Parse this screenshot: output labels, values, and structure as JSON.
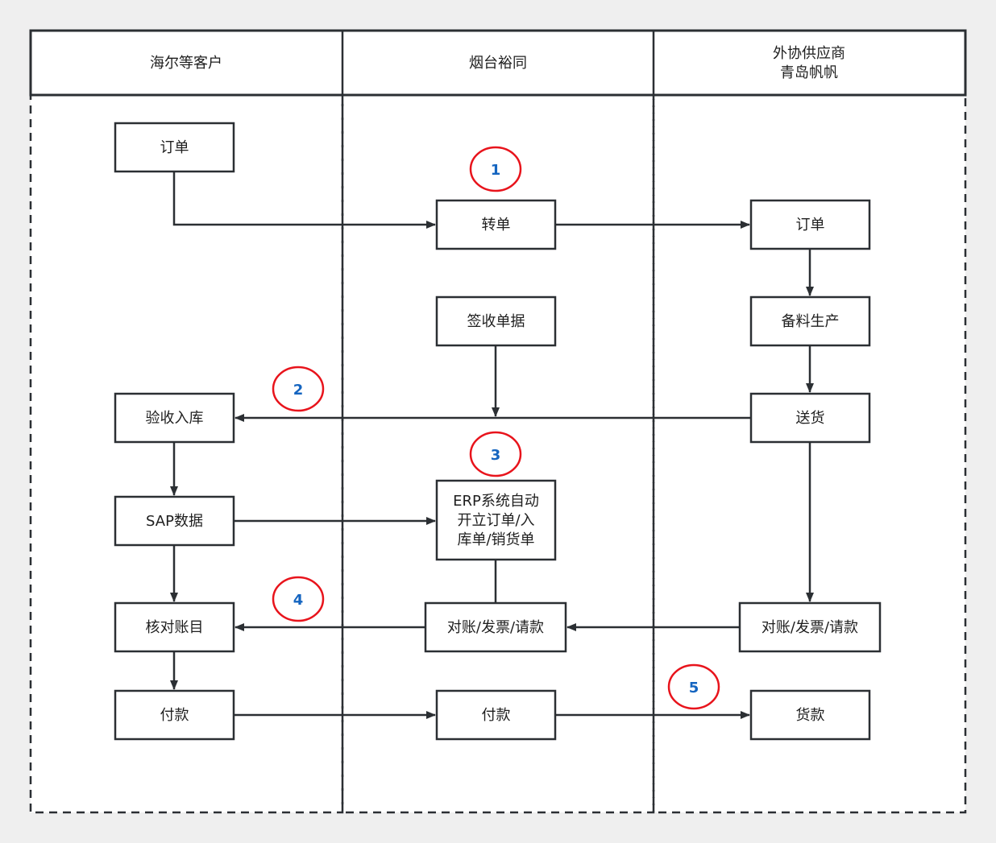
{
  "lanes": [
    {
      "id": "customer",
      "title": [
        "海尔等客户"
      ]
    },
    {
      "id": "yutong",
      "title": [
        "烟台裕同"
      ]
    },
    {
      "id": "supplier",
      "title": [
        "外协供应商",
        "青岛帆帆"
      ]
    }
  ],
  "nodes": [
    {
      "id": "cust_order",
      "lane": "customer",
      "text": [
        "订单"
      ]
    },
    {
      "id": "transfer",
      "lane": "yutong",
      "text": [
        "转单"
      ]
    },
    {
      "id": "sup_order",
      "lane": "supplier",
      "text": [
        "订单"
      ]
    },
    {
      "id": "sign",
      "lane": "yutong",
      "text": [
        "签收单据"
      ]
    },
    {
      "id": "prep",
      "lane": "supplier",
      "text": [
        "备料生产"
      ]
    },
    {
      "id": "accept",
      "lane": "customer",
      "text": [
        "验收入库"
      ]
    },
    {
      "id": "deliver",
      "lane": "supplier",
      "text": [
        "送货"
      ]
    },
    {
      "id": "sap",
      "lane": "customer",
      "text": [
        "SAP数据"
      ]
    },
    {
      "id": "erp",
      "lane": "yutong",
      "text": [
        "ERP系统自动",
        "开立订单/入",
        "库单/销货单"
      ]
    },
    {
      "id": "check",
      "lane": "customer",
      "text": [
        "核对账目"
      ]
    },
    {
      "id": "recon_y",
      "lane": "yutong",
      "text": [
        "对账/发票/请款"
      ]
    },
    {
      "id": "recon_s",
      "lane": "supplier",
      "text": [
        "对账/发票/请款"
      ]
    },
    {
      "id": "pay_c",
      "lane": "customer",
      "text": [
        "付款"
      ]
    },
    {
      "id": "pay_y",
      "lane": "yutong",
      "text": [
        "付款"
      ]
    },
    {
      "id": "goods_pay",
      "lane": "supplier",
      "text": [
        "货款"
      ]
    }
  ],
  "edges": [
    {
      "from": "cust_order",
      "to": "transfer"
    },
    {
      "from": "transfer",
      "to": "sup_order"
    },
    {
      "from": "sup_order",
      "to": "prep"
    },
    {
      "from": "prep",
      "to": "deliver"
    },
    {
      "from": "deliver",
      "to": "accept"
    },
    {
      "from": "sign",
      "to": "deliver-line"
    },
    {
      "from": "accept",
      "to": "sap"
    },
    {
      "from": "sap",
      "to": "erp"
    },
    {
      "from": "erp",
      "to": "recon_y",
      "arrow": false
    },
    {
      "from": "deliver",
      "to": "recon_s"
    },
    {
      "from": "recon_s",
      "to": "recon_y"
    },
    {
      "from": "recon_y",
      "to": "check"
    },
    {
      "from": "sap",
      "to": "check"
    },
    {
      "from": "check",
      "to": "pay_c"
    },
    {
      "from": "pay_c",
      "to": "pay_y"
    },
    {
      "from": "pay_y",
      "to": "goods_pay"
    }
  ],
  "markers": [
    {
      "label": "1",
      "near": "transfer"
    },
    {
      "label": "2",
      "near": "accept"
    },
    {
      "label": "3",
      "near": "erp"
    },
    {
      "label": "4",
      "near": "check"
    },
    {
      "label": "5",
      "near": "goods_pay"
    }
  ],
  "colors": {
    "line": "#2b2f33",
    "marker_ring": "#e8141c",
    "marker_text": "#1565c0",
    "background": "#efefef"
  }
}
